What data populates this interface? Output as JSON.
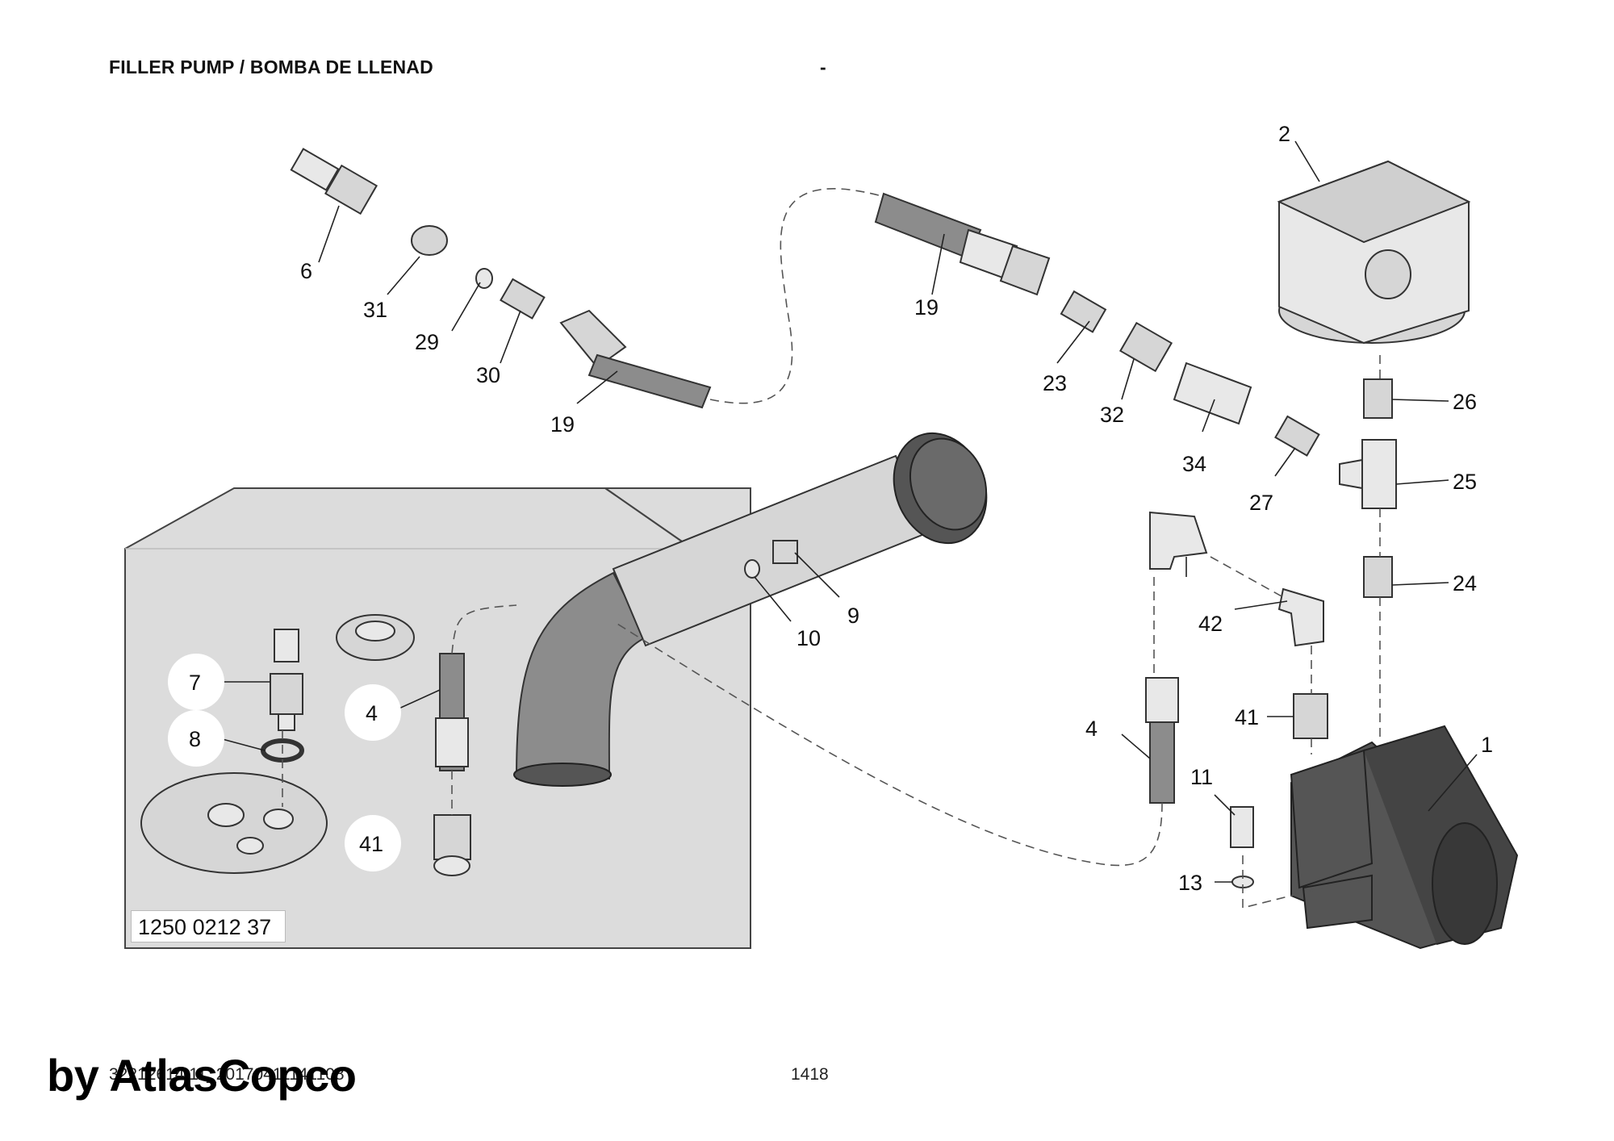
{
  "header": {
    "title": "FILLER PUMP / BOMBA DE LLENAD",
    "dash": "-"
  },
  "part_code": "1250 0212 37",
  "footer": {
    "doc_ref": "32212614 11_20170411141108",
    "page_number": "1418",
    "brand": "by AtlasCopco"
  },
  "callouts": [
    "2",
    "6",
    "31",
    "29",
    "30",
    "19",
    "19",
    "23",
    "32",
    "34",
    "27",
    "26",
    "25",
    "24",
    "9",
    "10",
    "42",
    "7",
    "8",
    "4",
    "41",
    "4",
    "41",
    "1",
    "11",
    "13"
  ]
}
